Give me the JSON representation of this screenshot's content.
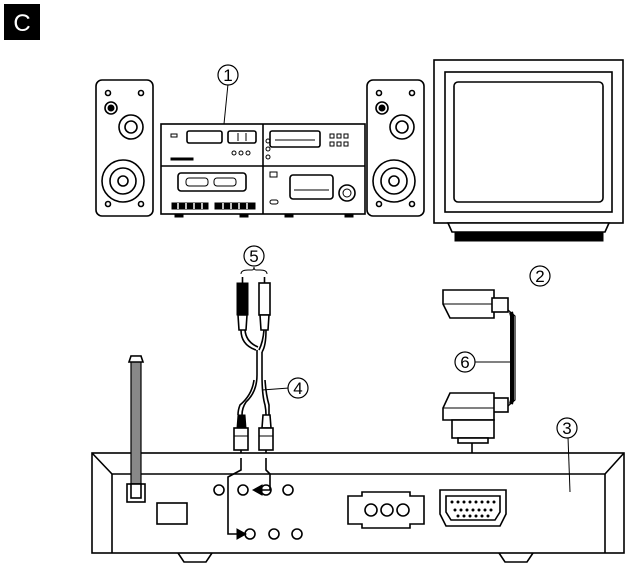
{
  "section_letter": "C",
  "callouts": {
    "c1": "1",
    "c2": "2",
    "c3": "3",
    "c4": "4",
    "c5": "5",
    "c6": "6"
  },
  "colors": {
    "ink": "#000000",
    "paper": "#ffffff",
    "badge": "#000000",
    "cabinet_gray": "#888888"
  }
}
